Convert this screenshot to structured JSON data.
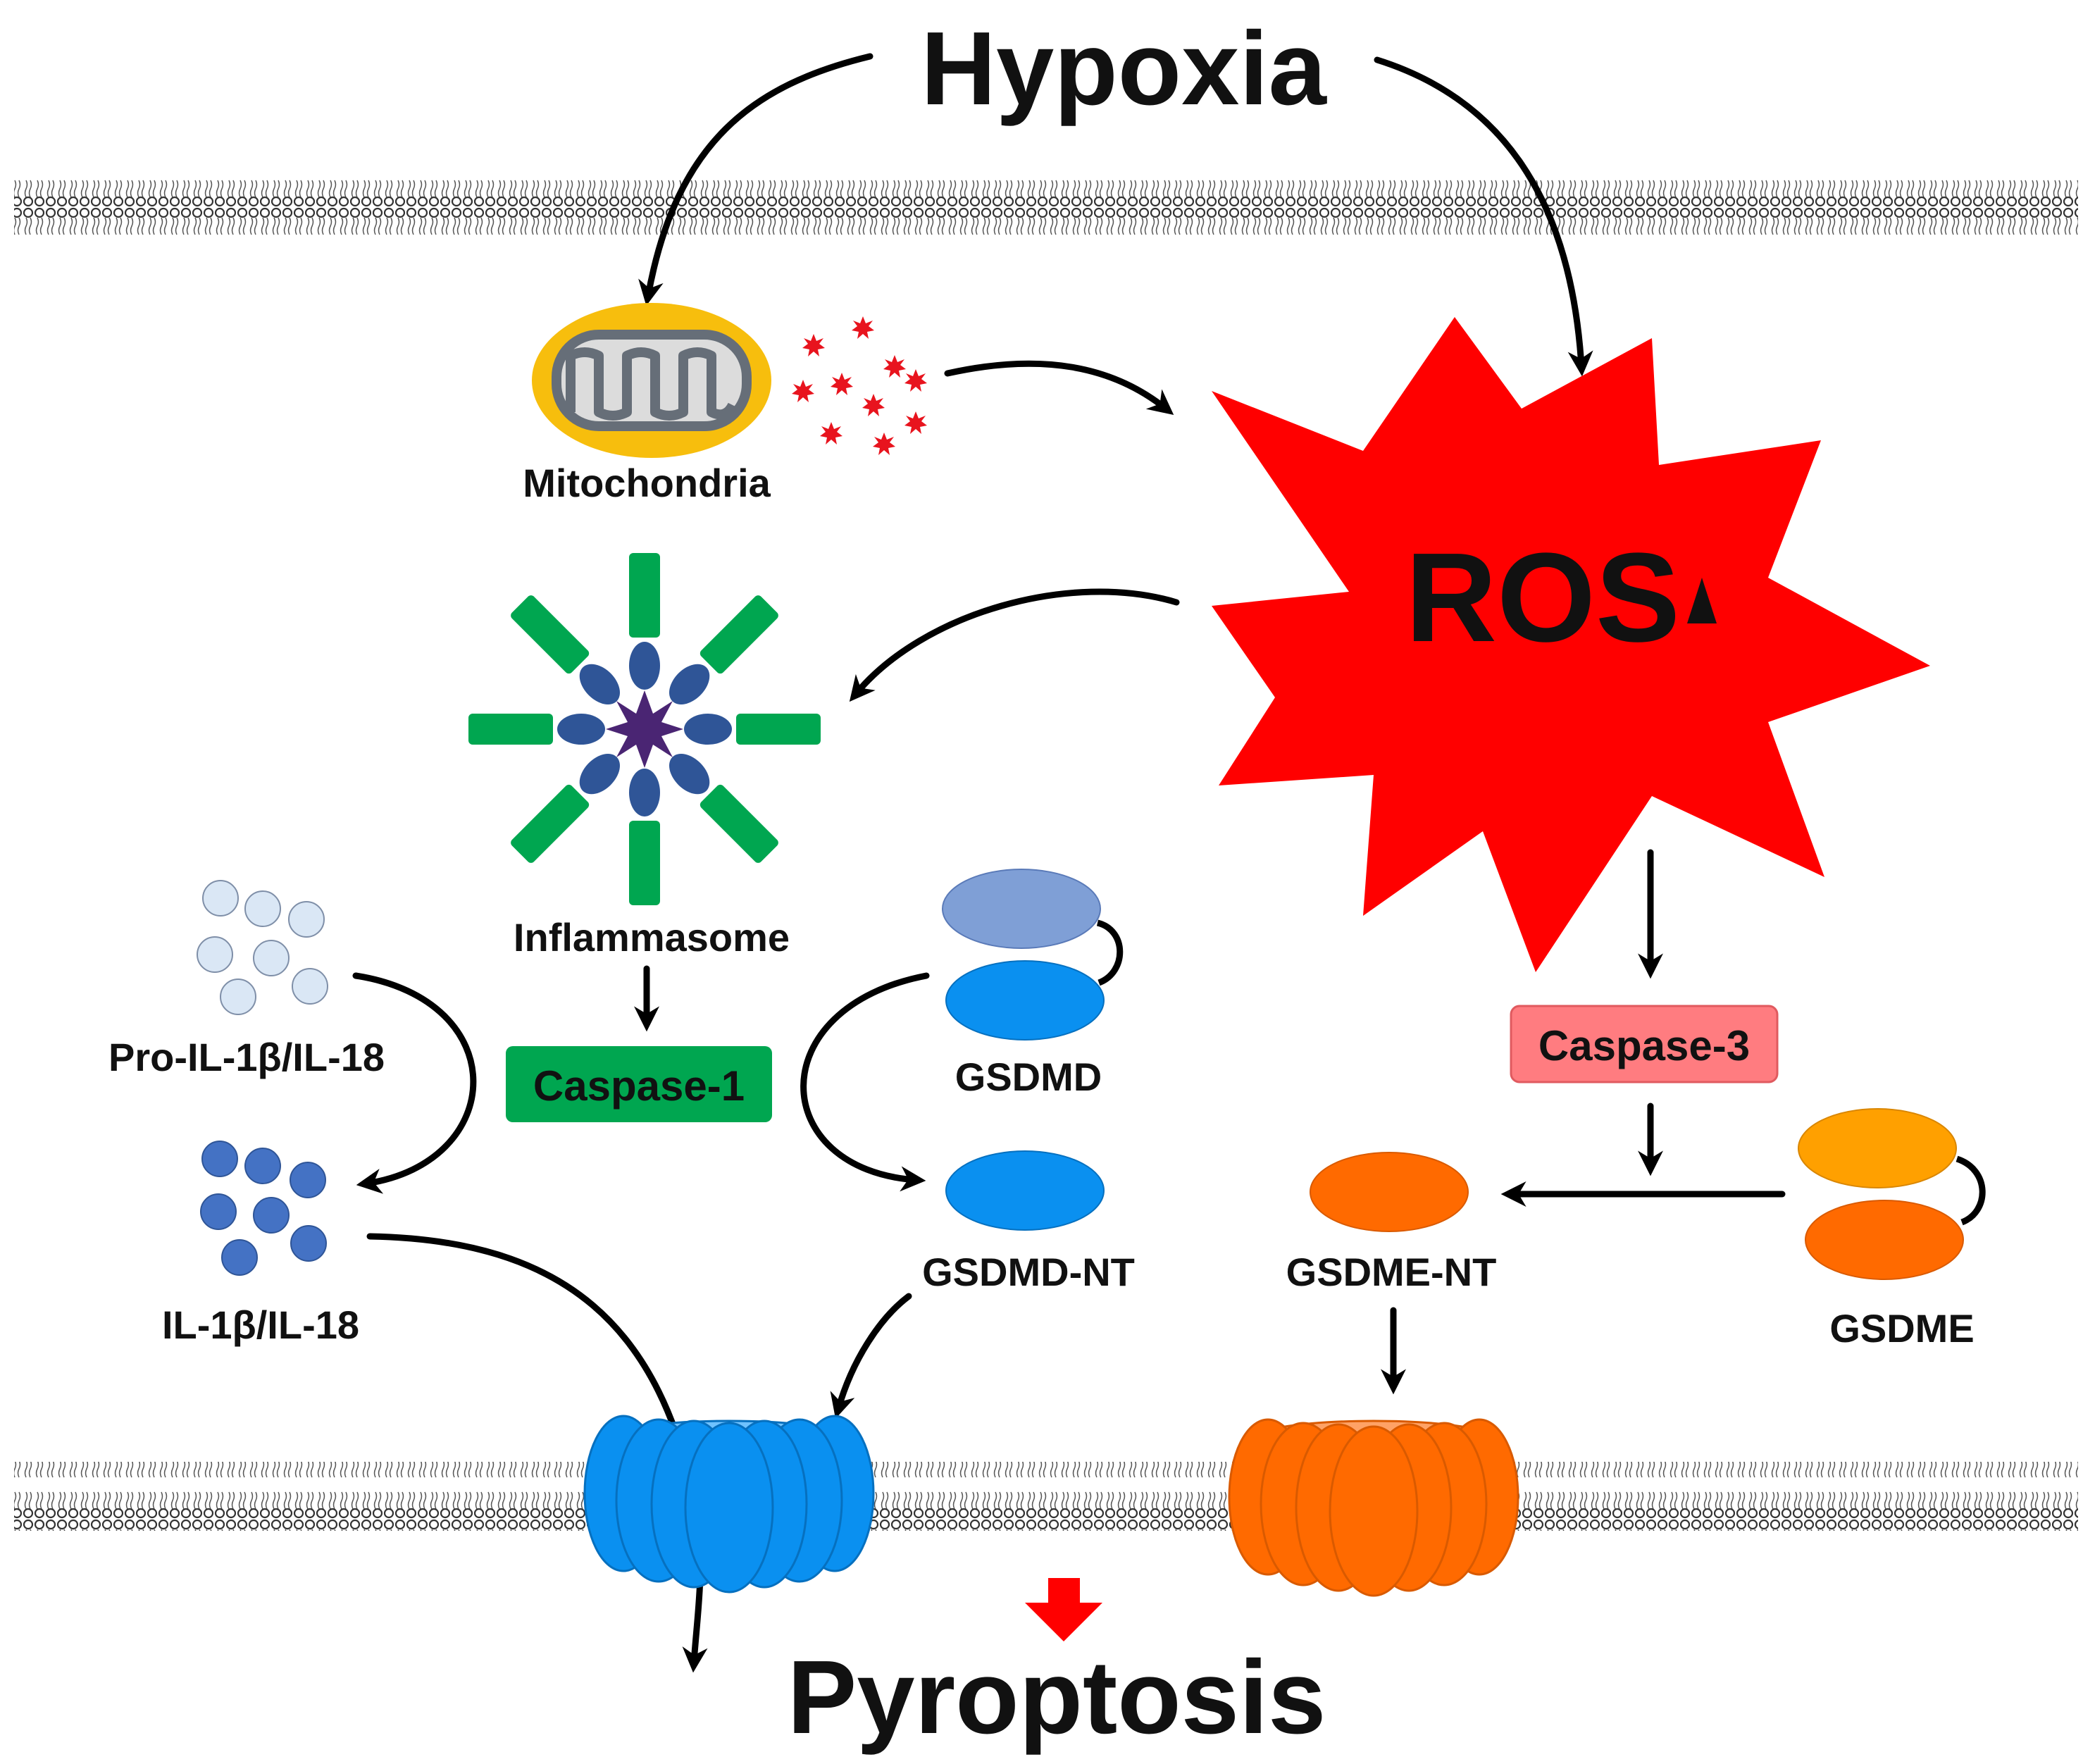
{
  "labels": {
    "hypoxia": "Hypoxia",
    "mitochondria": "Mitochondria",
    "ros": "ROS",
    "inflammasome": "Inflammasome",
    "caspase1": "Caspase-1",
    "caspase3": "Caspase-3",
    "pro_il": "Pro-IL-1β/IL-18",
    "il": "IL-1β/IL-18",
    "gsdmd": "GSDMD",
    "gsdmd_nt": "GSDMD-NT",
    "gsdme_nt": "GSDME-NT",
    "gsdme": "GSDME",
    "pyroptosis": "Pyroptosis"
  },
  "colors": {
    "ros_star": "#ff0000",
    "ros_particles": "#e8141e",
    "mito_outer": "#f7be0d",
    "mito_inner": "#666e78",
    "inflammasome_green": "#00a650",
    "inflammasome_blue": "#2f5597",
    "inflammasome_core": "#4a2573",
    "caspase1_box": "#00a650",
    "caspase3_box": "#ff7c80",
    "pro_il": "#dae7f5",
    "il": "#4472c4",
    "gsdmd_top": "#7f9fd6",
    "gsdmd_bottom": "#0a90f0",
    "gsdmd_pore": "#0a90f0",
    "gsdme_top": "#ffa000",
    "gsdme_bottom": "#ff6a00",
    "gsdme_pore": "#ff6a00",
    "pyroptosis_arrow": "#ff0000"
  },
  "icons": {
    "membrane": "lipid-bilayer",
    "up_indicator": "up-triangle-icon",
    "down_indicator": "down-arrow-icon"
  }
}
